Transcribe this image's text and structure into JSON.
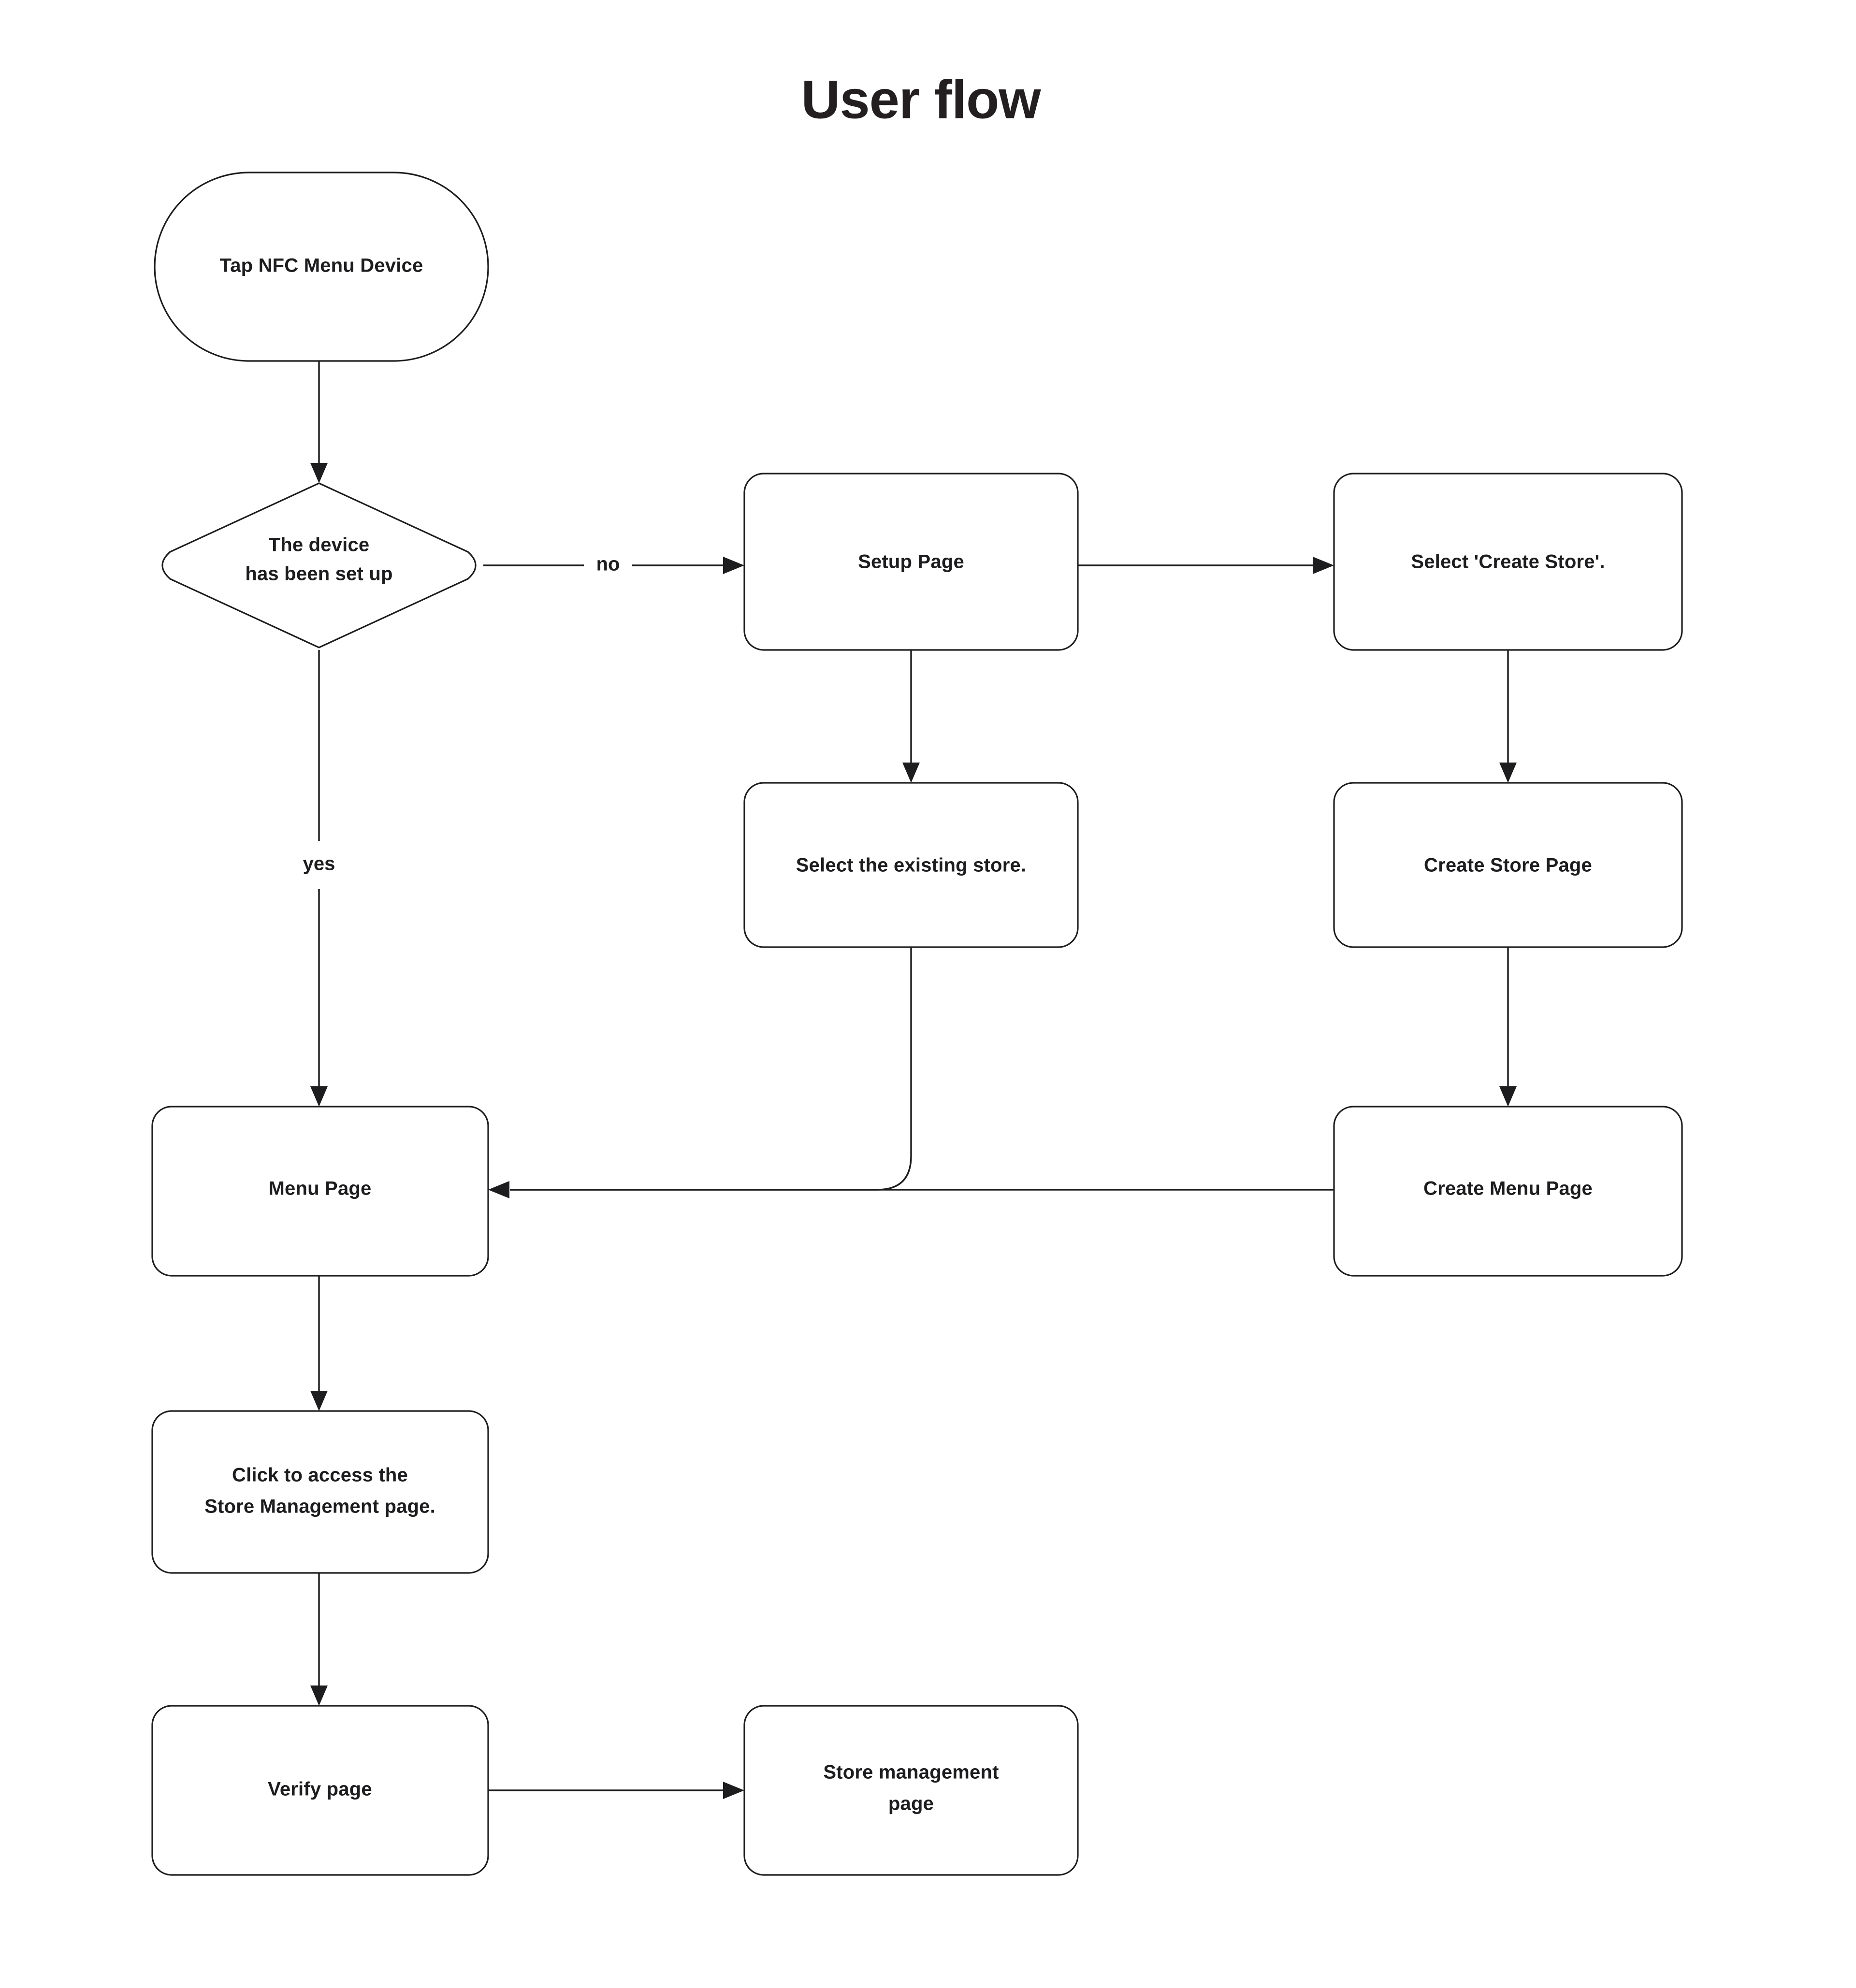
{
  "title": "User flow",
  "diagram": {
    "type": "flowchart",
    "background_color": "#ffffff",
    "stroke_color": "#1d1d1f",
    "text_color": "#1d1d1f",
    "nodes": [
      {
        "id": "tap-nfc-menu-device",
        "shape": "stadium",
        "label": "Tap NFC Menu Device",
        "lines": [
          "Tap NFC Menu Device"
        ]
      },
      {
        "id": "device-has-been-set-up",
        "shape": "diamond",
        "label": "The device has been set up",
        "lines": [
          "The device",
          "has been set up"
        ]
      },
      {
        "id": "setup-page",
        "shape": "rounded-rect",
        "label": "Setup Page",
        "lines": [
          "Setup Page"
        ]
      },
      {
        "id": "select-create-store",
        "shape": "rounded-rect",
        "label": "Select 'Create Store'.",
        "lines": [
          "Select 'Create Store'."
        ]
      },
      {
        "id": "select-the-existing-store",
        "shape": "rounded-rect",
        "label": "Select the existing store.",
        "lines": [
          "Select the existing store."
        ]
      },
      {
        "id": "create-store-page",
        "shape": "rounded-rect",
        "label": "Create Store Page",
        "lines": [
          "Create Store Page"
        ]
      },
      {
        "id": "menu-page",
        "shape": "rounded-rect",
        "label": "Menu Page",
        "lines": [
          "Menu Page"
        ]
      },
      {
        "id": "create-menu-page",
        "shape": "rounded-rect",
        "label": "Create Menu Page",
        "lines": [
          "Create Menu Page"
        ]
      },
      {
        "id": "click-to-access-store-management",
        "shape": "rounded-rect",
        "label": "Click to access the Store Management page.",
        "lines": [
          "Click to access the",
          "Store Management page."
        ]
      },
      {
        "id": "verify-page",
        "shape": "rounded-rect",
        "label": "Verify page",
        "lines": [
          "Verify page"
        ]
      },
      {
        "id": "store-management-page",
        "shape": "rounded-rect",
        "label": "Store management page",
        "lines": [
          "Store management",
          "page"
        ]
      }
    ],
    "edges": [
      {
        "from": "tap-nfc-menu-device",
        "to": "device-has-been-set-up",
        "label": ""
      },
      {
        "from": "device-has-been-set-up",
        "to": "setup-page",
        "label": "no"
      },
      {
        "from": "device-has-been-set-up",
        "to": "menu-page",
        "label": "yes"
      },
      {
        "from": "setup-page",
        "to": "select-create-store",
        "label": ""
      },
      {
        "from": "setup-page",
        "to": "select-the-existing-store",
        "label": ""
      },
      {
        "from": "select-create-store",
        "to": "create-store-page",
        "label": ""
      },
      {
        "from": "create-store-page",
        "to": "create-menu-page",
        "label": ""
      },
      {
        "from": "create-menu-page",
        "to": "menu-page",
        "label": ""
      },
      {
        "from": "select-the-existing-store",
        "to": "menu-page",
        "label": ""
      },
      {
        "from": "menu-page",
        "to": "click-to-access-store-management",
        "label": ""
      },
      {
        "from": "click-to-access-store-management",
        "to": "verify-page",
        "label": ""
      },
      {
        "from": "verify-page",
        "to": "store-management-page",
        "label": ""
      }
    ],
    "edge_labels": {
      "no": "no",
      "yes": "yes"
    }
  }
}
